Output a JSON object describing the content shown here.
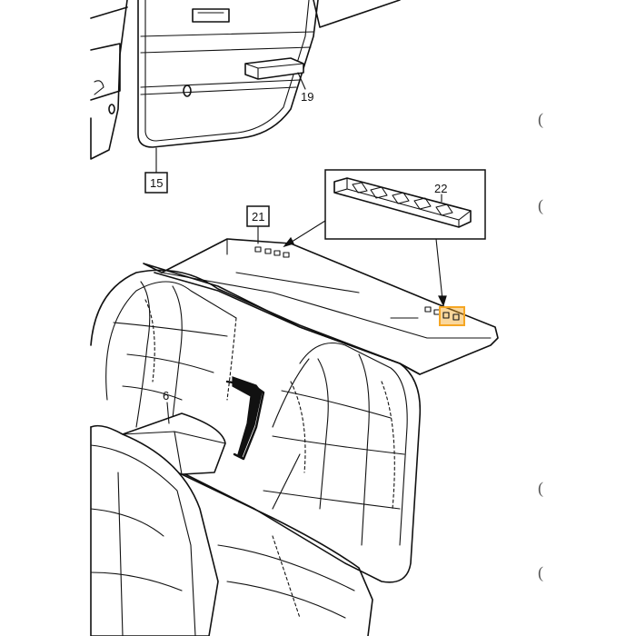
{
  "callouts": [
    {
      "id": "15",
      "label": "15",
      "boxed": true
    },
    {
      "id": "19",
      "label": "19",
      "boxed": false
    },
    {
      "id": "21",
      "label": "21",
      "boxed": true
    },
    {
      "id": "22",
      "label": "22",
      "boxed": false
    },
    {
      "id": "6",
      "label": "6",
      "boxed": false
    }
  ],
  "margin_marks": [
    "(",
    "(",
    "(",
    "("
  ],
  "highlight": {
    "color": "#f5a623"
  }
}
